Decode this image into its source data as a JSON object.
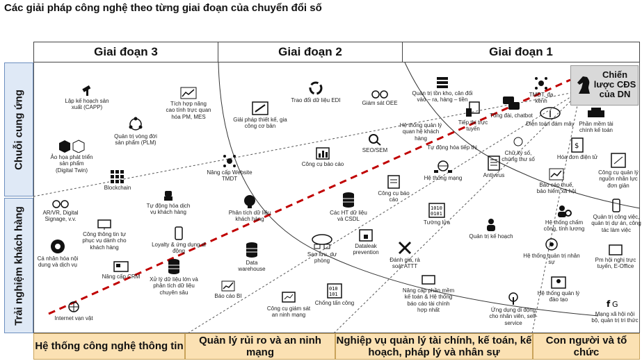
{
  "title": "Các giải pháp công nghệ theo từng giai đoạn của chuyển đổi số",
  "stages": [
    "Giai đoạn 3",
    "Giai đoạn 2",
    "Giai đoạn 1"
  ],
  "rows": [
    "Chuỗi cung ứng",
    "Trải nghiệm khách hàng"
  ],
  "strategy": "Chiến lược CĐS của DN",
  "categories": [
    "Hệ thống công nghệ thông tin",
    "Quản lý rủi ro và an ninh mạng",
    "Nghiệp vụ quản lý tài chính, kế toán, kế hoạch, pháp lý và nhân sự",
    "Con người và tổ chức"
  ],
  "items": {
    "capp": "Lập kế hoạch sản xuất (CAPP)",
    "plm": "Quản trị vòng đời sản phẩm (PLM)",
    "pm_mes": "Tích hợp năng cao tính trực quan hóa PM, MES",
    "digital_twin": "Ảo họa phát triển sản phẩm (Digital Twin)",
    "blockchain": "Blockchain",
    "arvr": "AR/VR, Digital Signage, v.v.",
    "self_service": "Công thông tin tự phục vụ dành cho khách hàng",
    "rpa": "Tự động hóa dịch vụ khách hàng",
    "loyalty": "Loyalty & ứng dụng di động",
    "personalize": "Cá nhân hóa nội dung và dịch vụ",
    "crm": "Nâng cấp CRM",
    "iot": "Internet vạn vật",
    "big_data": "Xử lý dữ liệu lớn và phân tích dữ liệu chuyên sâu",
    "design": "Giải pháp thiết kế, gia công cơ bản",
    "edi": "Trao đổi dữ liệu EDI",
    "oee": "Giám sát OEE",
    "seo": "SEO/SEM",
    "website": "Nâng cấp Website TMDT",
    "report_tool": "Công cụ báo cáo",
    "customer_analytics": "Phân tích dữ liệu khách hàng",
    "dbms": "Các HT dữ liệu và CSDL",
    "report_tool2": "Công cụ báo cáo",
    "data_warehouse": "Data warehouse",
    "backup": "Sao lưu, dự phòng",
    "dataleak": "Dataleak prevention",
    "bi": "Báo cáo BI",
    "monitoring": "Công cụ giám sát an ninh mạng",
    "anti_attack": "Chống tấn công",
    "security_audit": "Đánh giá, rà soát ATTT",
    "inventory": "Quản trị tồn kho, cân đối vào – ra, hàng – tiền",
    "vendor_mgmt": "Hệ thống quản lý quan hệ khách hàng",
    "ecommerce_channel": "Tiếp thị trực tuyến",
    "invoice_auto": "Tự động hóa tiếp thị",
    "network": "Hệ thống mạng",
    "antivirus": "Antivirus",
    "firewall": "Tường lửa",
    "planning": "Quản trị kế hoạch",
    "accounting_sw": "Nâng cấp phần mềm kế toán & Hệ thống báo cáo tài chính hợp nhất",
    "tmdt": "TMDT, đa kênh",
    "chatbot": "Tổng đài, chatbot",
    "cloud": "Điện toán đám mây",
    "esign": "Chữ ký số, chứng thư số",
    "tax_report": "Báo cáo thuế, bảo hiểm xã hội",
    "accounting_sw2": "Phần mềm tài chính kế toán",
    "einvoice": "Hóa đơn điện tử",
    "hr_system": "Hệ thống chấm công, tính lương",
    "hrm": "Hệ thống quản trị nhân sự",
    "training": "Hệ thống quản lý đào tạo",
    "employee_app": "Ứng dụng di động cho nhân viên, self-service",
    "hr_tool": "Công cụ quản lý nguồn nhân lực đơn giản",
    "task_mgmt": "Quản trị công việc, quản trị dự án, công tác làm việc",
    "online_meeting": "Pm hội nghị trực tuyến, E-Office",
    "social": "Mạng xã hội nội bộ, quản trị tri thức"
  }
}
